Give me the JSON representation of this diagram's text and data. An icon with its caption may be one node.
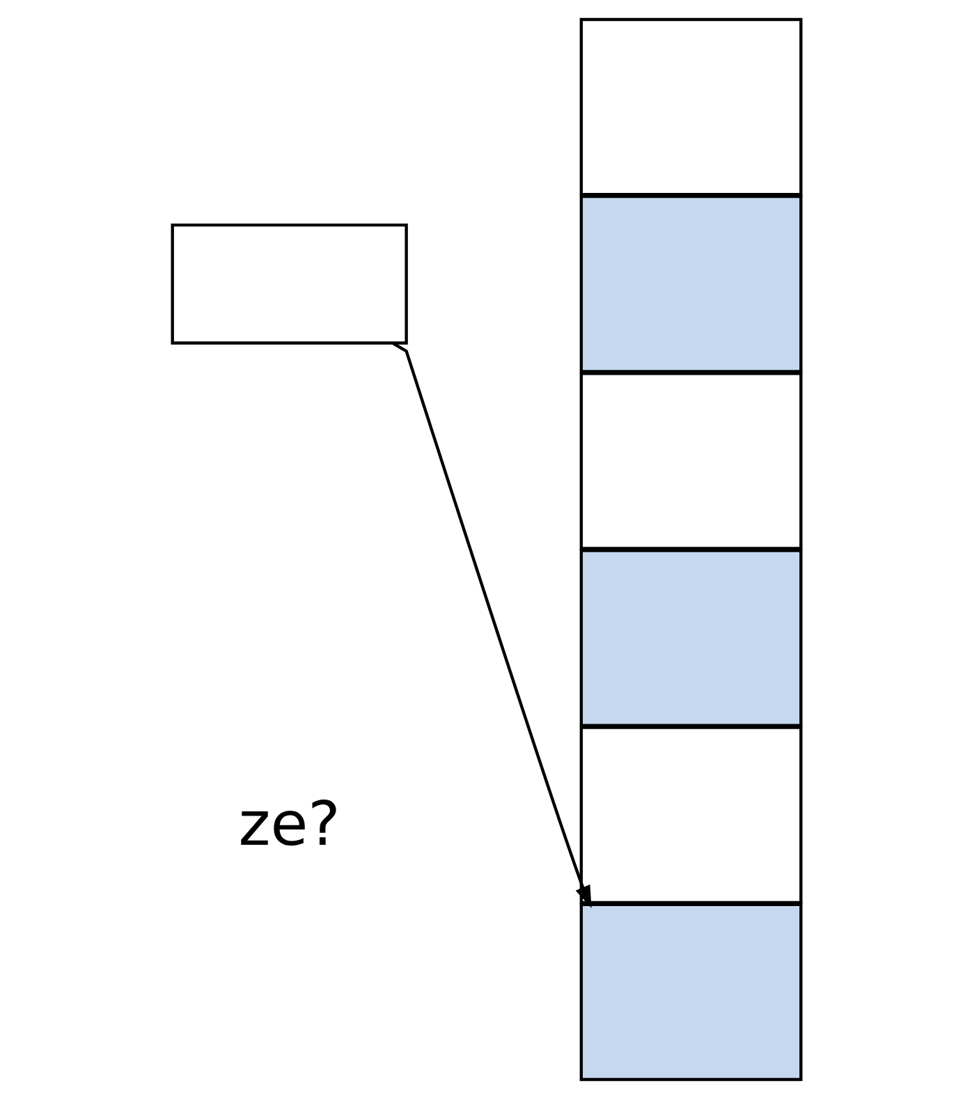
{
  "diagram": {
    "nodes": [
      {
        "text": [],
        "shape": "box"
      },
      {
        "text": [],
        "shape": "box"
      },
      {
        "text": [],
        "shape": "box"
      },
      {
        "text": [],
        "shape": "box"
      },
      {
        "text": [],
        "shape": "box"
      },
      {
        "text": [],
        "shape": "box"
      },
      {
        "text": [],
        "shape": "box"
      }
    ],
    "edges": [
      {
        "from": 0,
        "to": 6,
        "arrow": "to"
      }
    ],
    "labels": [
      "ze?"
    ]
  }
}
